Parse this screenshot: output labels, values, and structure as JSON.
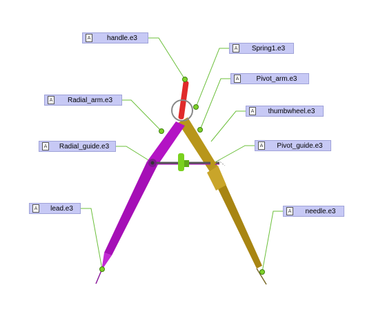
{
  "colors": {
    "leader_line": "#6bbf3a",
    "callout_bg": "#c7c9f5",
    "radial_arm": "#b313c4",
    "pivot_arm": "#b8961a",
    "handle": "#e02a2a",
    "thumbwheel": "#7ad11f",
    "pivot_marker": "#7fd12a"
  },
  "icons": {
    "callout_icon": "document-a-icon",
    "callout_icon_glyph": "A"
  },
  "callouts": {
    "handle": "handle.e3",
    "spring1": "Spring1.e3",
    "pivot_arm": "Pivot_arm.e3",
    "radial_arm": "Radial_arm.e3",
    "thumbwheel": "thumbwheel.e3",
    "radial_guide": "Radial_guide.e3",
    "pivot_guide": "Pivot_guide.e3",
    "lead": "lead.e3",
    "needle": "needle.e3"
  }
}
